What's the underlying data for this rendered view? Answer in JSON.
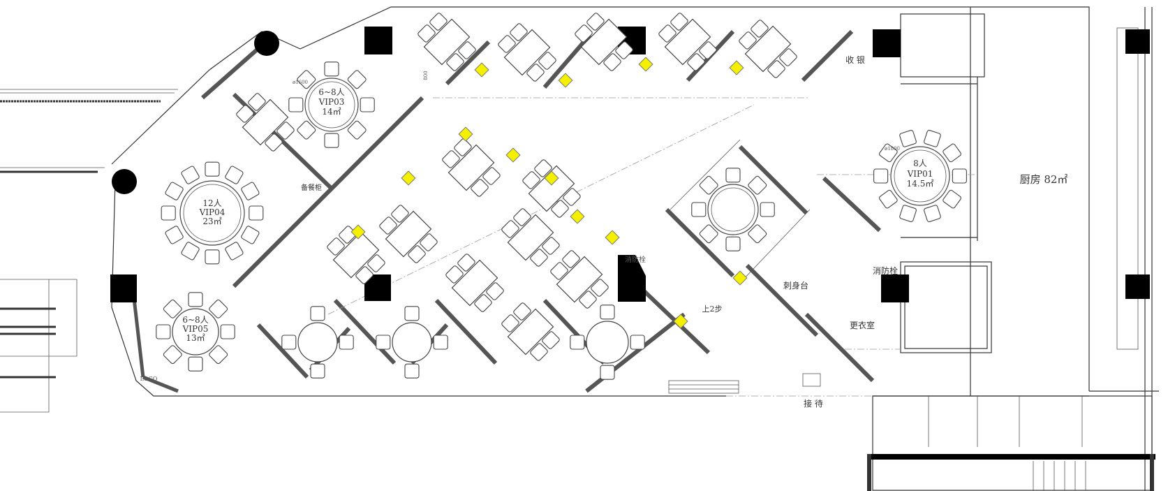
{
  "plan": {
    "rooms": {
      "vip03": {
        "capacity": "6~8人",
        "name": "VIP03",
        "area": "14㎡",
        "diameter": "ø1600"
      },
      "vip04": {
        "capacity": "12人",
        "name": "VIP04",
        "area": "23㎡"
      },
      "vip05": {
        "capacity": "6~8人",
        "name": "VIP05",
        "area": "13㎡"
      },
      "vip01": {
        "capacity": "8人",
        "name": "VIP01",
        "area": "14.5㎡",
        "diameter": "ø1800"
      },
      "kitchen": "厨房  82㎡"
    },
    "labels": {
      "cashier": "收  银",
      "sideboard": "备餐柜",
      "sashimi": "刺身台",
      "fire_hydrant": "消防栓",
      "fire_hydrant_2": "消防栓",
      "locker_room": "更衣室",
      "reception": "接 待",
      "steps": "上2步",
      "logo": "LOGO",
      "dim_800": "800"
    },
    "colors": {
      "wall": "#555555",
      "column": "#000000",
      "lamp": "#f4f000"
    }
  }
}
